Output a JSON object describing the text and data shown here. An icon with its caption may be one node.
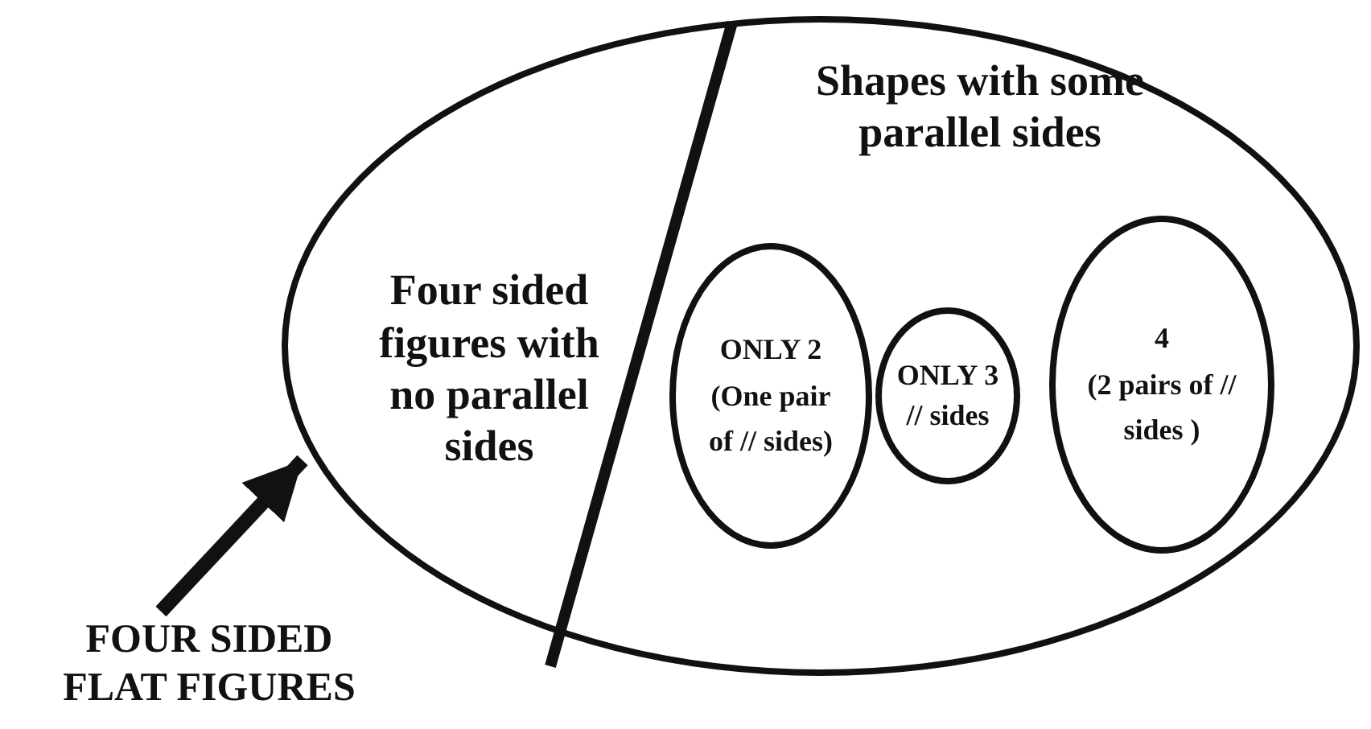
{
  "diagram": {
    "nodes": [
      {
        "text": [],
        "shape": "ellipse"
      },
      {
        "text": [
          "Four sided figures with no parallel sides"
        ],
        "in": 0
      },
      {
        "text": [
          "Shapes with some parallel sides"
        ],
        "in": 0
      },
      {
        "text": [
          "ONLY 2",
          "(One pair of // sides)"
        ],
        "in": 2
      },
      {
        "text": [
          "ONLY 3",
          "// sides"
        ],
        "in": 2
      },
      {
        "text": [
          "4",
          "(2 pairs of // sides )"
        ],
        "in": 2
      },
      {
        "text": [
          "FOUR SIDED FLAT FIGURES"
        ]
      }
    ],
    "edges": [
      {
        "from": 6,
        "to": 0,
        "arrow": "to"
      }
    ]
  }
}
